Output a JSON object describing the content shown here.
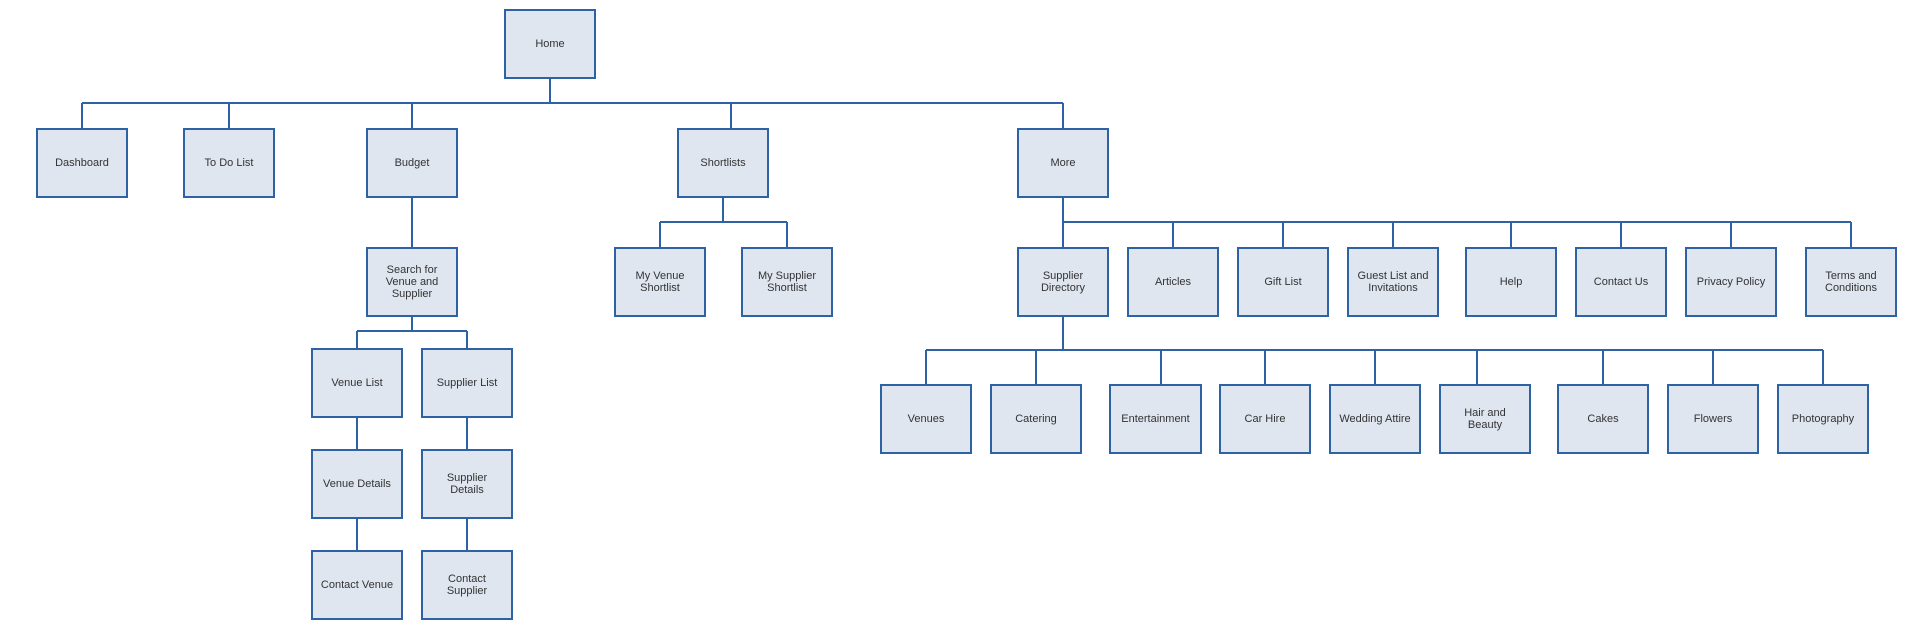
{
  "colors": {
    "node_fill": "#dfe6f0",
    "node_border": "#2d63a5",
    "connector": "#2d63a5",
    "text": "#333333"
  },
  "nodes": {
    "home": "Home",
    "dashboard": "Dashboard",
    "todo": "To Do List",
    "budget": "Budget",
    "shortlists": "Shortlists",
    "more": "More",
    "search": "Search for Venue and Supplier",
    "venue_list": "Venue List",
    "supplier_list": "Supplier List",
    "venue_details": "Venue Details",
    "supplier_details": "Supplier Details",
    "contact_venue": "Contact Venue",
    "contact_supplier": "Contact Supplier",
    "venue_shortlist": "My Venue Shortlist",
    "supplier_shortlist": "My Supplier Shortlist",
    "supplier_directory": "Supplier Directory",
    "articles": "Articles",
    "gift_list": "Gift List",
    "guest_list": "Guest List and Invitations",
    "help": "Help",
    "contact_us": "Contact Us",
    "privacy": "Privacy Policy",
    "terms": "Terms and Conditions",
    "venues": "Venues",
    "catering": "Catering",
    "entertainment": "Entertainment",
    "car_hire": "Car Hire",
    "wedding_attire": "Wedding Attire",
    "hair_beauty": "Hair and Beauty",
    "cakes": "Cakes",
    "flowers": "Flowers",
    "photography": "Photography"
  }
}
